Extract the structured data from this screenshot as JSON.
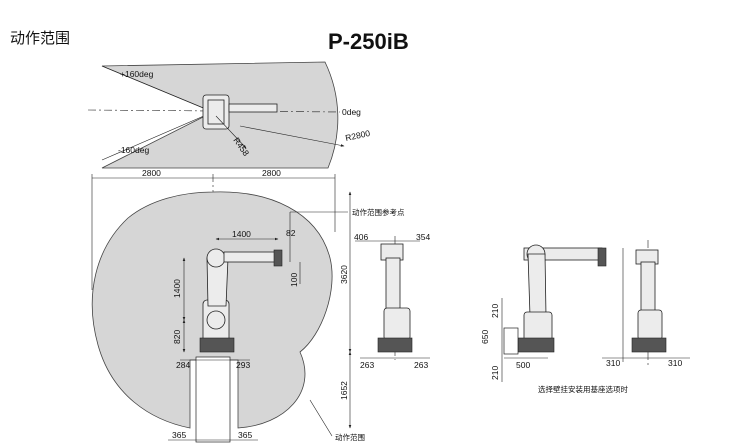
{
  "page_title": "动作范围",
  "model": "P-250iB",
  "top_view": {
    "angle_pos": "+160deg",
    "angle_zero": "0deg",
    "angle_neg": "-160deg",
    "radius_inner": "R458",
    "radius_outer": "R2800"
  },
  "side_view": {
    "width_left": "2800",
    "width_right": "2800",
    "reference_point_label": "动作范围参考点",
    "arm_length": "1400",
    "wrist_offset": "82",
    "wrist_drop": "100",
    "upper_arm_length": "1400",
    "base_height": "820",
    "base_left": "284",
    "base_right": "293",
    "height_above": "3620",
    "depth_below": "1652",
    "pedestal_left": "365",
    "pedestal_right": "365",
    "range_label": "动作范围"
  },
  "front_view": {
    "left_offset": "406",
    "right_offset": "354",
    "base_left": "263",
    "base_right": "263"
  },
  "wall_mount": {
    "dim_top": "210",
    "dim_mid": "650",
    "dim_bottom": "210",
    "dim_width": "500",
    "dim_left": "310",
    "dim_right": "310",
    "caption": "选择壁挂安装用基座选项时"
  }
}
